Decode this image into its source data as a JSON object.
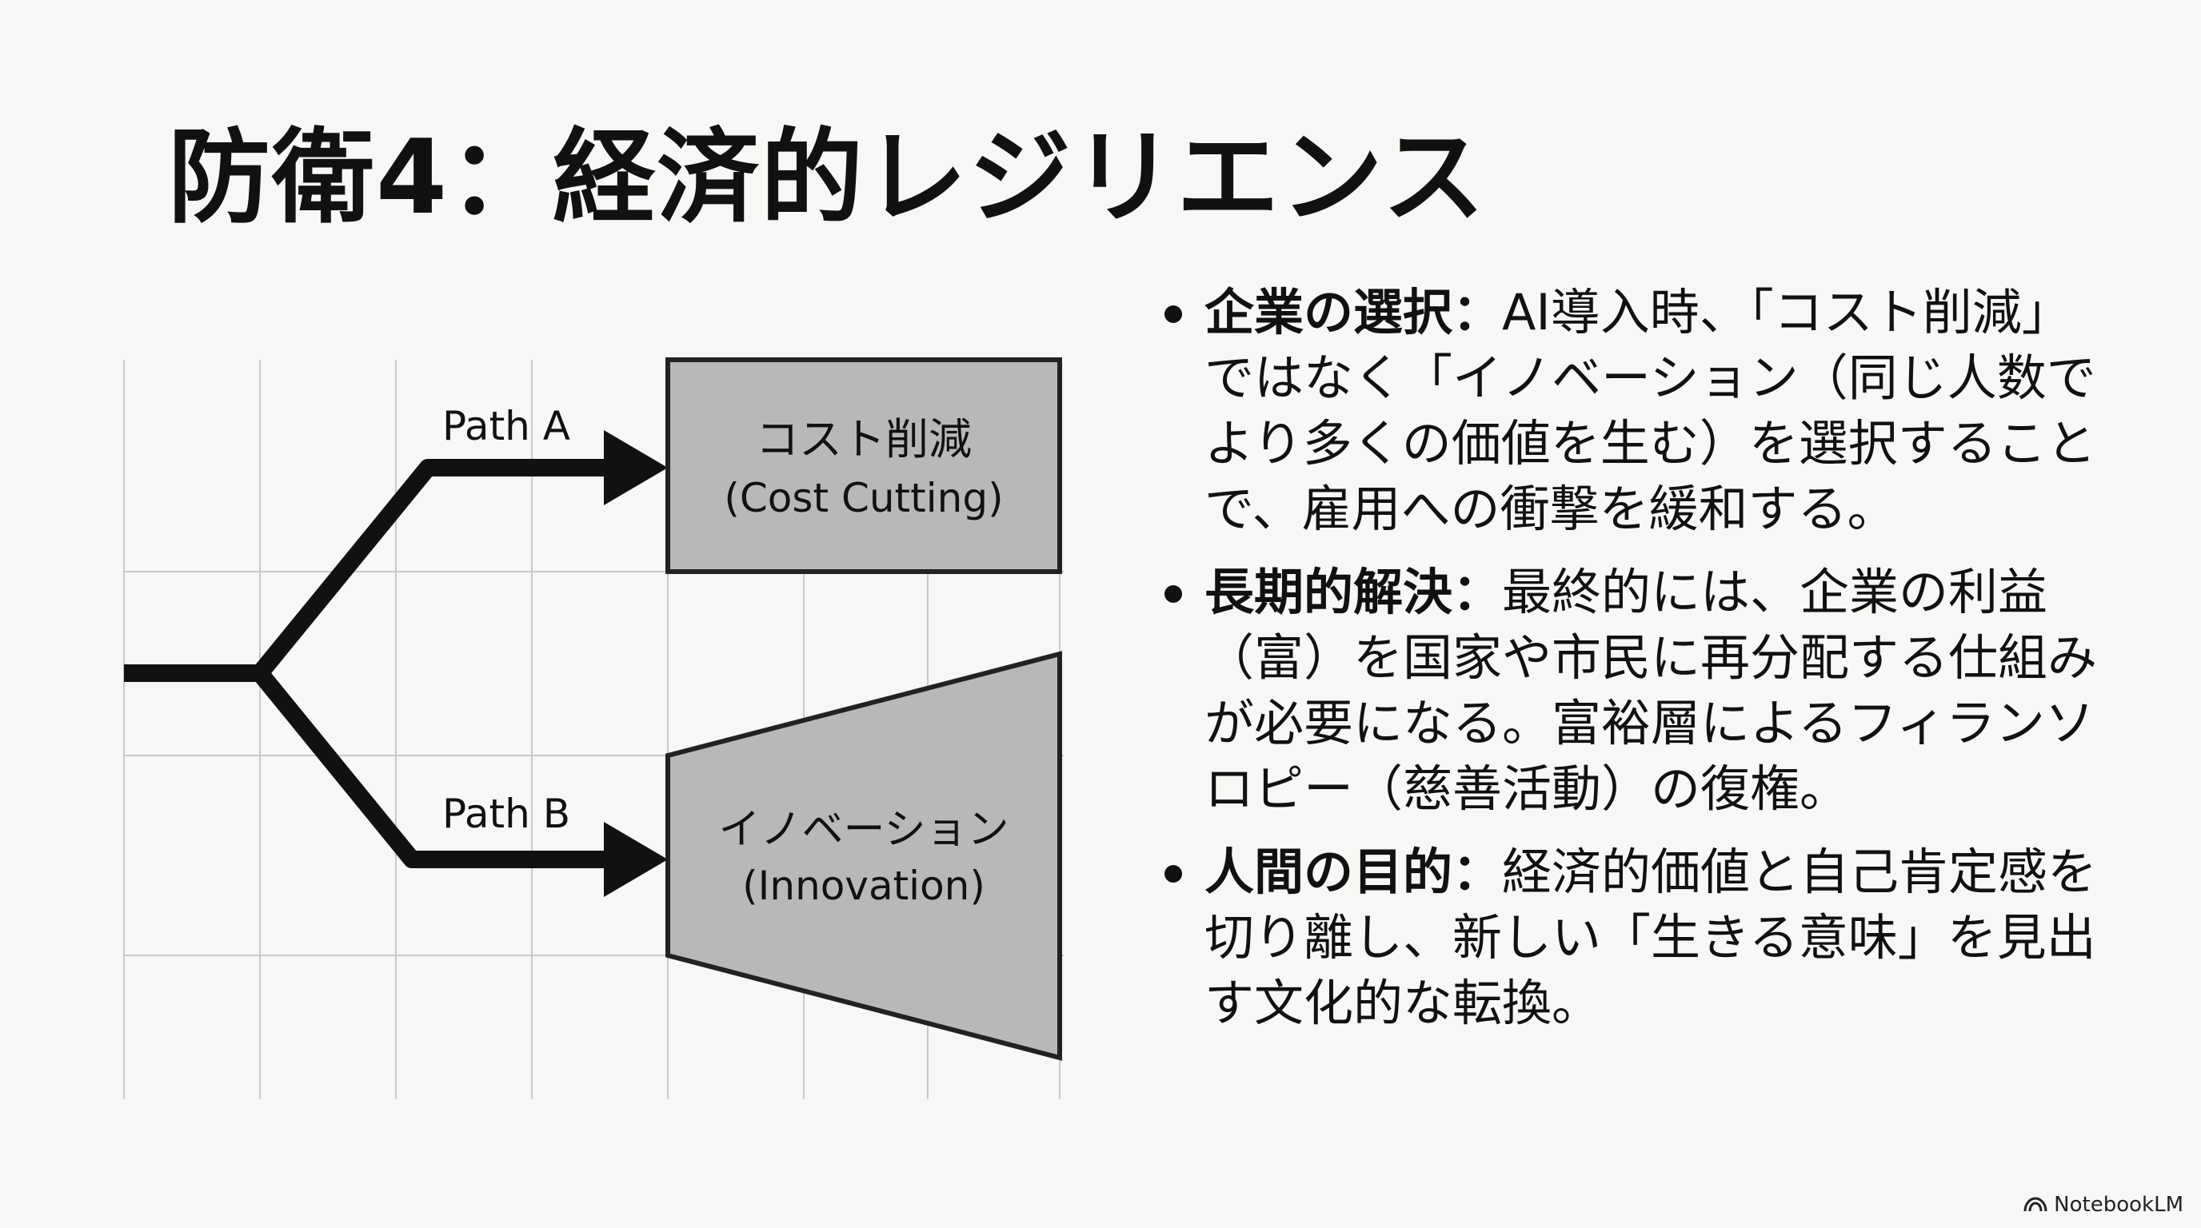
{
  "title": "防衛4：経済的レジリエンス",
  "diagram": {
    "path_a_label": "Path A",
    "path_b_label": "Path B",
    "box_a": {
      "line1": "コスト削減",
      "line2": "(Cost Cutting)"
    },
    "box_b": {
      "line1": "イノベーション",
      "line2": "(Innovation)"
    }
  },
  "bullets": [
    {
      "heading": "企業の選択：",
      "body": "AI導入時、「コスト削減」ではなく「イノベーション（同じ人数でより多くの価値を生む）を選択することで、雇用への衝撃を緩和する。"
    },
    {
      "heading": "長期的解決：",
      "body": "最終的には、企業の利益（富）を国家や市民に再分配する仕組みが必要になる。富裕層によるフィランソロピー（慈善活動）の復権。"
    },
    {
      "heading": "人間の目的：",
      "body": "経済的価値と自己肯定感を切り離し、新しい「生きる意味」を見出す文化的な転換。"
    }
  ],
  "branding": {
    "label": "NotebookLM",
    "icon": "notebooklm-logo-icon"
  },
  "colors": {
    "background": "#f7f7f5",
    "ink": "#111111",
    "box_fill": "#b8b8b8",
    "grid": "#c8c8c8"
  }
}
